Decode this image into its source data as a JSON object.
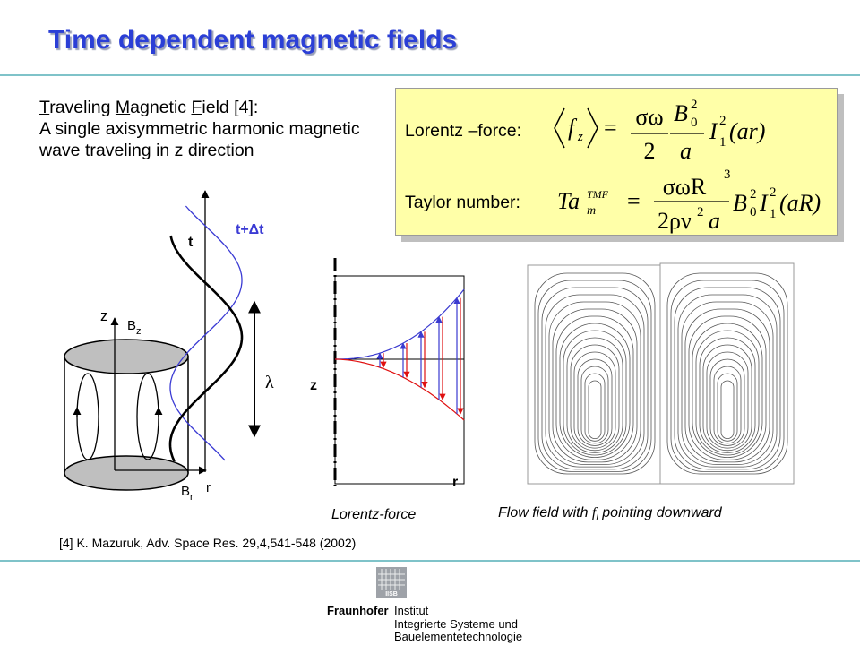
{
  "title": "Time dependent magnetic fields",
  "intro": {
    "heading_parts": [
      "T",
      "raveling ",
      "M",
      "agnetic ",
      "F",
      "ield [4]:"
    ],
    "body": "A single axisymmetric harmonic magnetic wave traveling in z direction"
  },
  "formulas": {
    "lorentz_label": "Lorentz –force:",
    "taylor_label": "Taylor number:",
    "lorentz": {
      "lhs": "f",
      "lhs_sub": "z",
      "num": "σω",
      "den": "2",
      "b": "B",
      "b_sub": "0",
      "b_sup": "2",
      "a": "a",
      "i": "I",
      "i_sub": "1",
      "i_sup": "2",
      "arg": "(ar)"
    },
    "taylor": {
      "ta": "Ta",
      "ta_sub": "m",
      "ta_sup": "TMF",
      "num": "σωR",
      "num_sup": "3",
      "den": "2ρν",
      "den_sup": "2",
      "a": "a",
      "b": "B",
      "b_sub": "0",
      "b_sup": "2",
      "i": "I",
      "i_sub": "1",
      "i_sup": "2",
      "arg": "(aR)"
    }
  },
  "cylinder_diagram": {
    "z_label": "z",
    "bz_label": "B",
    "bz_sub": "z",
    "br_label": "B",
    "br_sub": "r",
    "r_label": "r",
    "t_label": "t",
    "t_dt_label": "t+Δt",
    "lambda_label": "λ"
  },
  "force_plot": {
    "z_label": "z",
    "r_label": "r",
    "caption": "Lorentz-force"
  },
  "flow_field": {
    "caption_pre": "Flow field with ",
    "caption_sym": "f",
    "caption_sub": "l",
    "caption_post": " pointing downward"
  },
  "reference": "[4] K. Mazuruk, Adv. Space Res. 29,4,541-548 (2002)",
  "logo": {
    "brand": "Fraunhofer",
    "box_text": "IISB",
    "lines": [
      "Institut",
      "Integrierte Systeme und",
      "Bauelementetechnologie"
    ]
  },
  "colors": {
    "title": "#2b3fd6",
    "formula_box": "#ffffa8",
    "rule": "#7fc3c9",
    "wave_blue": "#3b3bd4",
    "force_red": "#e01010",
    "force_blue": "#3a3ad0"
  }
}
